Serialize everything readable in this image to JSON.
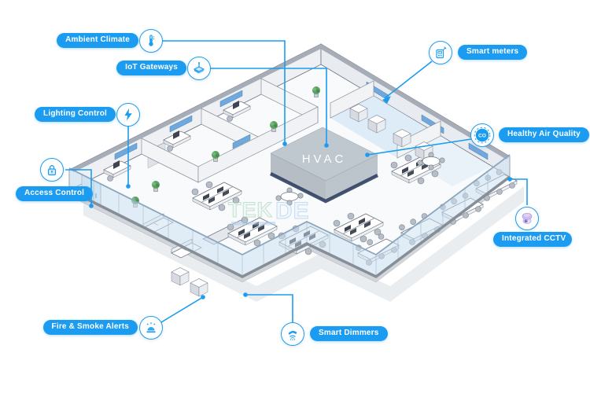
{
  "diagram": {
    "hvac_label": "HVAC",
    "watermark": {
      "left": "TEK",
      "right": "DE"
    },
    "colors": {
      "accent": "#1b9cf0",
      "glass": "#cbe1f2",
      "wall_face": "#eef0f3",
      "wall_top": "#a6adb6",
      "screen_blue": "#6fa8dc",
      "hvac_base": "#2f4060",
      "cctv_purple": "#8a6fd8",
      "plant_green": "#5ba262"
    },
    "callouts": [
      {
        "id": "ambient-climate",
        "label": "Ambient Climate",
        "icon": "thermometer-icon"
      },
      {
        "id": "iot-gateways",
        "label": "IoT Gateways",
        "icon": "gateway-icon"
      },
      {
        "id": "lighting-control",
        "label": "Lighting Control",
        "icon": "lightning-icon"
      },
      {
        "id": "access-control",
        "label": "Access Control",
        "icon": "padlock-icon"
      },
      {
        "id": "fire-smoke-alerts",
        "label": "Fire & Smoke Alerts",
        "icon": "siren-icon"
      },
      {
        "id": "smart-dimmers",
        "label": "Smart Dimmers",
        "icon": "dimmer-icon"
      },
      {
        "id": "smart-meters",
        "label": "Smart meters",
        "icon": "meter-icon"
      },
      {
        "id": "healthy-air-quality",
        "label": "Healthy Air Quality",
        "icon": "co2-gauge-icon"
      },
      {
        "id": "integrated-cctv",
        "label": "Integrated CCTV",
        "icon": "cctv-camera-icon"
      }
    ]
  }
}
